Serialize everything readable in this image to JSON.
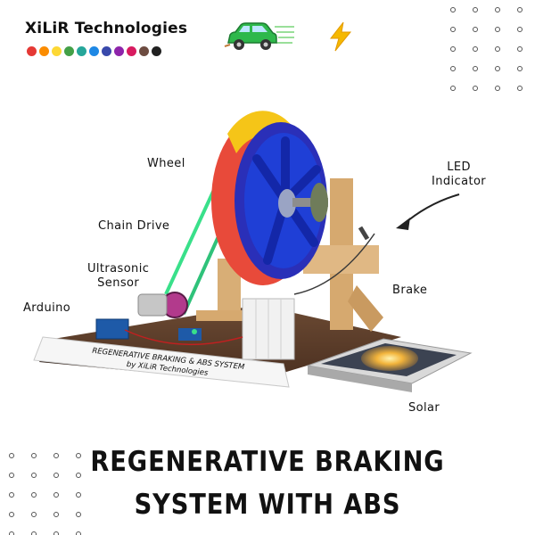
{
  "brand": {
    "name": "XiLiR Technologies",
    "dot_colors": [
      "#e53935",
      "#fb8c00",
      "#fdd835",
      "#43a047",
      "#26a69a",
      "#1e88e5",
      "#3949ab",
      "#8e24aa",
      "#d81b60",
      "#6d4c41",
      "#212121"
    ]
  },
  "icons": [
    "green-car-icon",
    "lightning-icon"
  ],
  "colors": {
    "wheel_red": "#e84a3a",
    "wheel_yellow": "#f5c518",
    "rim_blue": "#1f3fd6",
    "chain_green": "#39e08a",
    "wood": "#d2a36a",
    "base": "#5a3a25"
  },
  "product": {
    "plate_line1": "REGENERATIVE BRAKING & ABS SYSTEM",
    "plate_line2": "by XiLiR Technologies"
  },
  "labels": {
    "wheel": "Wheel",
    "chain_drive": "Chain Drive",
    "ultrasonic_line1": "Ultrasonic",
    "ultrasonic_line2": "Sensor",
    "arduino": "Arduino",
    "led_line1": "LED",
    "led_line2": "Indicator",
    "brake": "Brake",
    "solar": "Solar"
  },
  "title": {
    "line1": "REGENERATIVE BRAKING",
    "line2": "SYSTEM WITH ABS"
  }
}
